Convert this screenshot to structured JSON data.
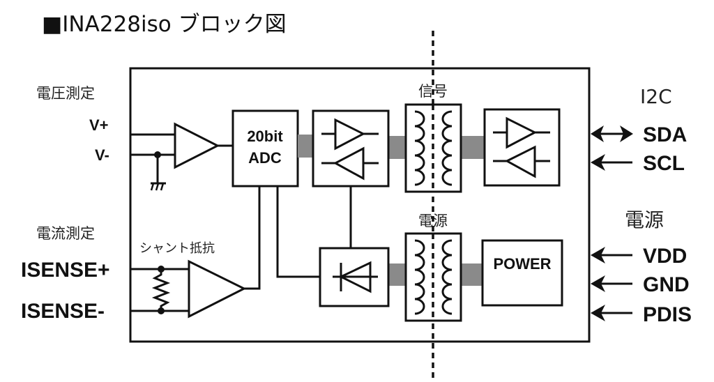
{
  "title": "■INA228iso ブロック図",
  "inputs": {
    "voltage_group_label": "電圧測定",
    "v_plus": "V+",
    "v_minus": "V-",
    "current_group_label": "電流測定",
    "shunt_label": "シャント抵抗",
    "isense_plus": "ISENSE+",
    "isense_minus": "ISENSE-"
  },
  "blocks": {
    "adc_line1": "20bit",
    "adc_line2": "ADC",
    "signal_isolation_label": "信号",
    "power_isolation_label": "電源",
    "power_block": "POWER"
  },
  "outputs": {
    "i2c_group_label": "I2C",
    "sda": "SDA",
    "scl": "SCL",
    "power_group_label": "電源",
    "vdd": "VDD",
    "gnd": "GND",
    "pdis": "PDIS"
  }
}
